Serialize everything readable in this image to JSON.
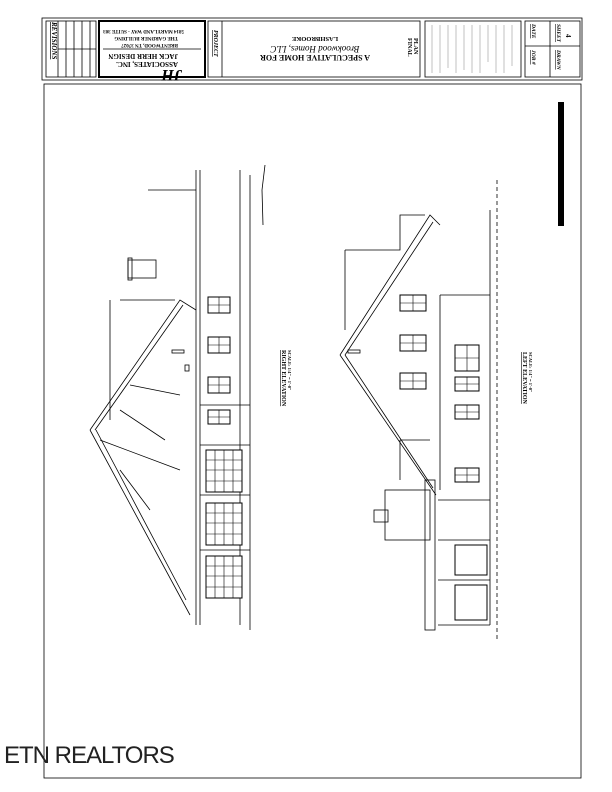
{
  "title_block": {
    "revisions_label": "REVISIONS",
    "company": {
      "name_line1": "JACK HERR DESIGN",
      "name_line2": "ASSOCIATES, INC.",
      "address_line1": "5814 MARYLAND WAY - SUITE 303",
      "address_line2": "THE GARDNER BUILDING",
      "address_line3": "BRENTWOOD, TN 37027",
      "logo_text": "JH"
    },
    "project_label": "PROJECT",
    "project_title_line1": "A SPECULATIVE HOME FOR",
    "project_title_line2": "Brookwood Homes, LLC",
    "project_title_line3": "LASHBROOKE",
    "status_line1": "FINAL",
    "status_line2": "PLAN",
    "job_label": "JOB #",
    "date_label": "DATE",
    "drawn_label": "DRAWN",
    "sheet_label": "SHEET",
    "sheet_number": "4"
  },
  "drawings": {
    "right_elevation_label": "RIGHT ELEVATION",
    "right_elevation_scale": "SCALE: 1/4\" = 1'-0\"",
    "left_elevation_label": "LEFT ELEVATION",
    "left_elevation_scale": "SCALE: 1/4\" = 1'-0\""
  },
  "watermark": "ETN REALTORS",
  "colors": {
    "line": "#000000",
    "background": "#ffffff"
  }
}
